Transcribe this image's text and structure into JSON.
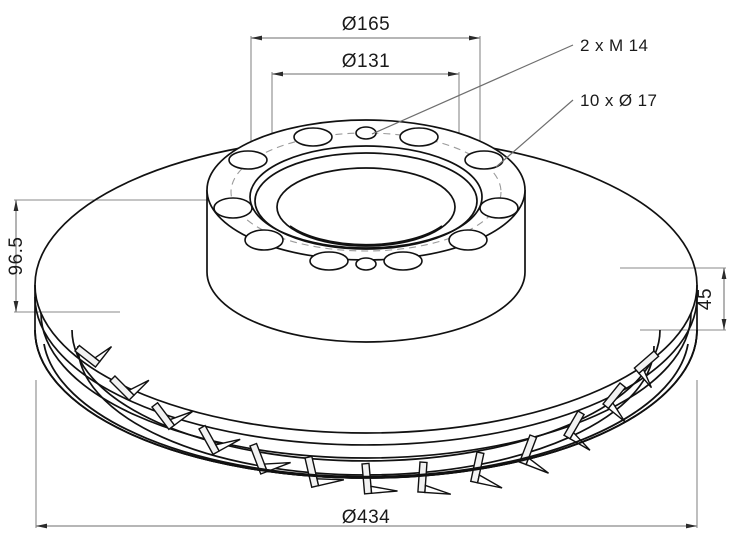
{
  "drawing": {
    "title": "Vented brake disc technical drawing",
    "background_color": "#ffffff",
    "line_color": "#111111",
    "dim_line_color": "#8a8a8a",
    "hidden_line_color": "#9a9a9a"
  },
  "dimensions": {
    "bolt_circle_outer": "Ø165",
    "bolt_circle_inner": "Ø131",
    "overall_diameter": "Ø434",
    "total_height": "96.5",
    "disc_thickness": "45"
  },
  "notes": {
    "threaded_holes": "2 x M 14",
    "through_holes": "10 x Ø 17"
  },
  "geometry": {
    "hole_count_large": 10,
    "hole_count_small": 2
  }
}
